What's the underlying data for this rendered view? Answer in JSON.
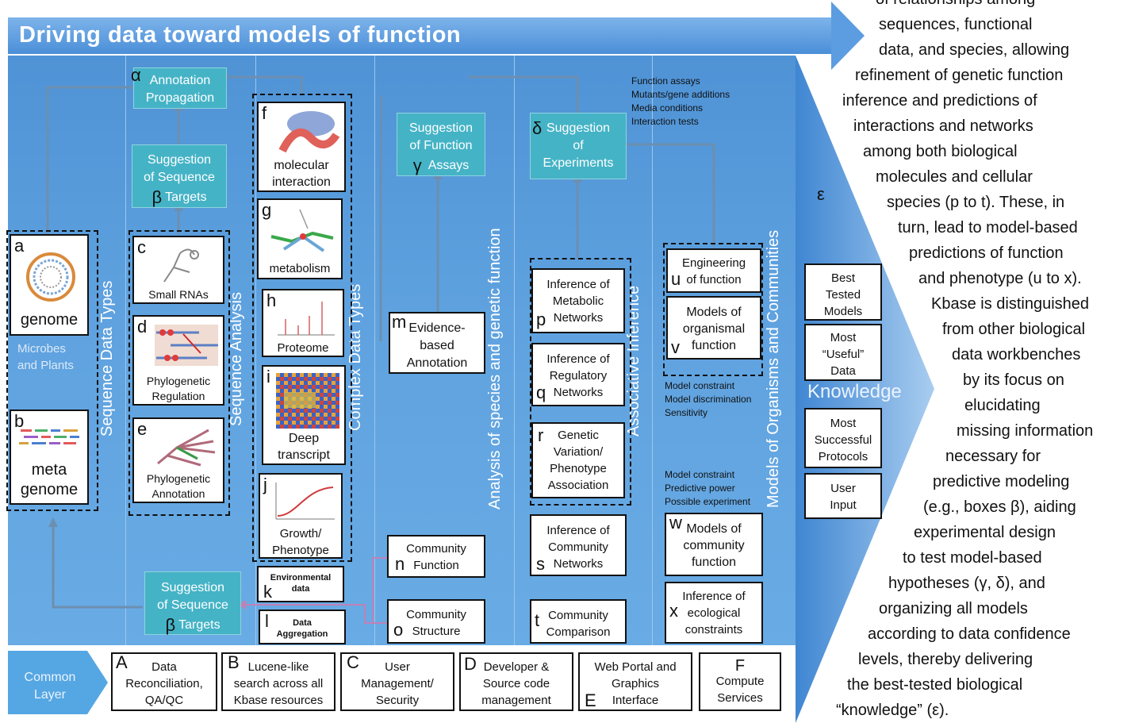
{
  "banner": {
    "title": "Driving data toward models of function"
  },
  "columns": {
    "sequence_data_types": "Sequence Data Types",
    "sequence_analysis": "Sequence Analysis",
    "complex_data_types": "Complex Data Types",
    "analysis_species": "Analysis of species and genetic function",
    "associative_inference": "Associative Inference",
    "models_organisms": "Models of Organisms and Communities"
  },
  "col1": {
    "a_letter": "a",
    "a_label": "genome",
    "microbes_line1": "Microbes",
    "microbes_line2": "and Plants",
    "b_letter": "b",
    "b_label1": "meta",
    "b_label2": "genome"
  },
  "col2": {
    "alpha_letter": "α",
    "alpha_line1": "Annotation",
    "alpha_line2": "Propagation",
    "beta_top_line1": "Suggestion",
    "beta_top_line2": "of Sequence",
    "beta_top_letter": "β",
    "beta_top_line3": "Targets",
    "c_letter": "c",
    "c_label": "Small RNAs",
    "d_letter": "d",
    "d_line1": "Phylogenetic",
    "d_line2": "Regulation",
    "e_letter": "e",
    "e_line1": "Phylogenetic",
    "e_line2": "Annotation",
    "beta_bot_line1": "Suggestion",
    "beta_bot_line2": "of Sequence",
    "beta_bot_letter": "β",
    "beta_bot_line3": "Targets"
  },
  "col3": {
    "f_letter": "f",
    "f_line1": "molecular",
    "f_line2": "interaction",
    "g_letter": "g",
    "g_label": "metabolism",
    "h_letter": "h",
    "h_label": "Proteome",
    "i_letter": "i",
    "i_line1": "Deep",
    "i_line2": "transcript",
    "j_letter": "j",
    "j_line1": "Growth/",
    "j_line2": "Phenotype",
    "k_letter": "k",
    "k_line1": "Environmental",
    "k_line2": "data",
    "l_letter": "l",
    "l_line1": "Data",
    "l_line2": "Aggregation"
  },
  "col4": {
    "gamma_line1": "Suggestion",
    "gamma_line2": "of Function",
    "gamma_letter": "γ",
    "gamma_line3": "Assays",
    "m_letter": "m",
    "m_line1": "Evidence-",
    "m_line2": "based",
    "m_line3": "Annotation",
    "n_letter": "n",
    "n_line1": "Community",
    "n_line2": "Function",
    "o_letter": "o",
    "o_line1": "Community",
    "o_line2": "Structure"
  },
  "col5": {
    "delta_letter": "δ",
    "delta_line1": "Suggestion",
    "delta_line2": "of",
    "delta_line3": "Experiments",
    "notes_top": [
      "Function assays",
      "Mutants/gene additions",
      "Media conditions",
      "Interaction tests"
    ],
    "p_letter": "p",
    "p_line1": "Inference of",
    "p_line2": "Metabolic",
    "p_line3": "Networks",
    "q_letter": "q",
    "q_line1": "Inference of",
    "q_line2": "Regulatory",
    "q_line3": "Networks",
    "r_letter": "r",
    "r_line1": "Genetic",
    "r_line2": "Variation/",
    "r_line3": "Phenotype",
    "r_line4": "Association",
    "s_letter": "s",
    "s_line1": "Inference of",
    "s_line2": "Community",
    "s_line3": "Networks",
    "t_letter": "t",
    "t_line1": "Community",
    "t_line2": "Comparison"
  },
  "col6": {
    "u_letter": "u",
    "u_line1": "Engineering",
    "u_line2": "of function",
    "v_letter": "v",
    "v_line1": "Models of",
    "v_line2": "organismal",
    "v_line3": "function",
    "notes_mid": [
      "Model constraint",
      "Model discrimination",
      "Sensitivity"
    ],
    "notes_low": [
      "Model constraint",
      "Predictive power",
      "Possible experiment"
    ],
    "w_letter": "w",
    "w_line1": "Models of",
    "w_line2": "community",
    "w_line3": "function",
    "x_letter": "x",
    "x_line1": "Inference of",
    "x_line2": "ecological",
    "x_line3": "constraints"
  },
  "knowledge": {
    "epsilon": "ε",
    "title": "Knowledge",
    "boxes": [
      [
        "Best",
        "Tested",
        "Models"
      ],
      [
        "Most",
        "“Useful”",
        "Data"
      ],
      [
        "Most",
        "Successful",
        "Protocols"
      ],
      [
        "User",
        "Input"
      ]
    ]
  },
  "common_layer": {
    "label1": "Common",
    "label2": "Layer",
    "items": [
      {
        "letter": "A",
        "l1": "Data",
        "l2": "Reconciliation,",
        "l3": "QA/QC"
      },
      {
        "letter": "B",
        "l1": "Lucene-like",
        "l2": "search across all",
        "l3": "Kbase resources"
      },
      {
        "letter": "C",
        "l1": "User",
        "l2": "Management/",
        "l3": "Security"
      },
      {
        "letter": "D",
        "l1": "Developer &",
        "l2": "Source code",
        "l3": "management"
      },
      {
        "letter": "E",
        "l1": "Web Portal and",
        "l2": "Graphics",
        "l3": "Interface"
      },
      {
        "letter": "F",
        "l1": "",
        "l2": "Compute",
        "l3": "Services"
      }
    ]
  },
  "right_text": [
    "of relationships among",
    "sequences, functional",
    "data, and species, allowing",
    "refinement of genetic function",
    "inference and predictions of",
    "interactions and networks",
    "among both biological",
    "molecules and cellular",
    "species (p to t). These, in",
    "turn, lead to model-based",
    "predictions of function",
    "and phenotype (u to x).",
    "Kbase is distinguished",
    "from other biological",
    "data workbenches",
    "by its focus on",
    "elucidating",
    "missing information",
    "necessary for",
    "predictive modeling",
    "(e.g., boxes β), aiding",
    "experimental design",
    "to test model-based",
    "hypotheses (γ, δ), and",
    "organizing all models",
    "according to data confidence",
    "levels, thereby delivering",
    "the best-tested biological",
    "“knowledge” (ε)."
  ],
  "colors": {
    "panel_blue": "#5a9ddc",
    "teal_box": "#45b3c6",
    "banner_blue": "#5b9de0"
  }
}
